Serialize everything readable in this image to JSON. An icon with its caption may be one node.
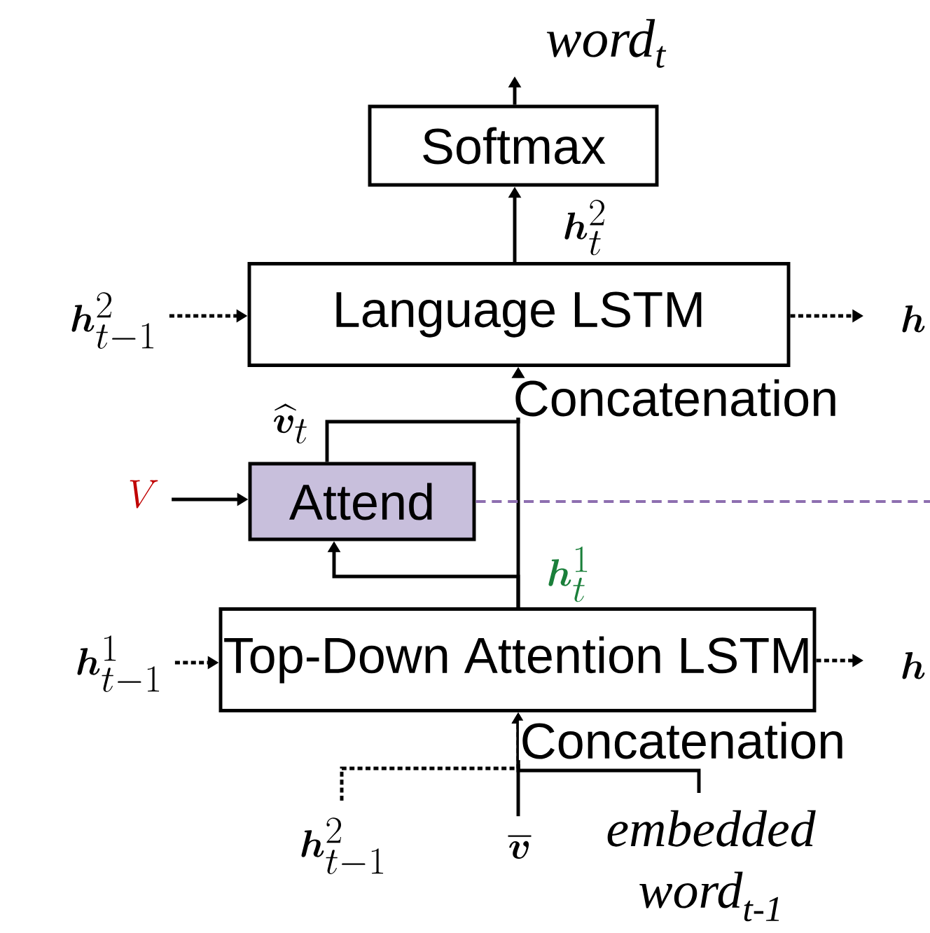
{
  "diagram": {
    "nodes": [
      {
        "text": [
          "word$_{t}$"
        ]
      },
      {
        "text": [
          "Softmax"
        ]
      },
      {
        "text": [
          "Language LSTM"
        ]
      },
      {
        "text": [
          "\\bm{h}^{2}_{t-1}"
        ]
      },
      {
        "text": [
          "\\bm{h}"
        ]
      },
      {
        "text": [
          "Attend"
        ]
      },
      {
        "text": [
          "V"
        ]
      },
      {
        "text": [
          "Top-Down Attention LSTM"
        ]
      },
      {
        "text": [
          "\\bm{h}^{1}_{t-1}"
        ]
      },
      {
        "text": [
          "\\bm{h}"
        ]
      },
      {
        "text": [
          "\\bm{h}^{2}_{t-1}"
        ]
      },
      {
        "text": [
          "\\overline{\\bm{v}}"
        ]
      },
      {
        "text": [
          "embedded word$_{t-1}$"
        ]
      }
    ],
    "edges": [
      {
        "from": 1,
        "to": 0,
        "arrow": "to"
      },
      {
        "from": 2,
        "to": 1,
        "arrow": "to",
        "label": "\\bm{h}^{2}_{t}"
      },
      {
        "from": 3,
        "to": 2,
        "arrow": "to",
        "style": "dashed"
      },
      {
        "from": 2,
        "to": 4,
        "arrow": "to",
        "style": "dashed"
      },
      {
        "from": 5,
        "to": 2,
        "arrow": "to",
        "label": "\\widehat{\\bm{v}}_{t}"
      },
      {
        "from": 6,
        "to": 5,
        "arrow": "to"
      },
      {
        "from": 7,
        "to": 2,
        "arrow": "to",
        "label": "Concatenation"
      },
      {
        "from": 7,
        "to": 5,
        "arrow": "to",
        "label": "\\bm{h}^{1}_{t}"
      },
      {
        "from": 8,
        "to": 7,
        "arrow": "to",
        "style": "dashed"
      },
      {
        "from": 7,
        "to": 9,
        "arrow": "to",
        "style": "dashed"
      },
      {
        "from": 10,
        "to": 7,
        "arrow": "to",
        "style": "dashed"
      },
      {
        "from": 11,
        "to": 7,
        "arrow": "to",
        "label": "Concatenation"
      },
      {
        "from": 12,
        "to": 7,
        "arrow": "to"
      },
      {
        "from": 5,
        "to": null,
        "arrow": "none",
        "style": "dashed",
        "color": "#8e6fb0"
      }
    ]
  }
}
